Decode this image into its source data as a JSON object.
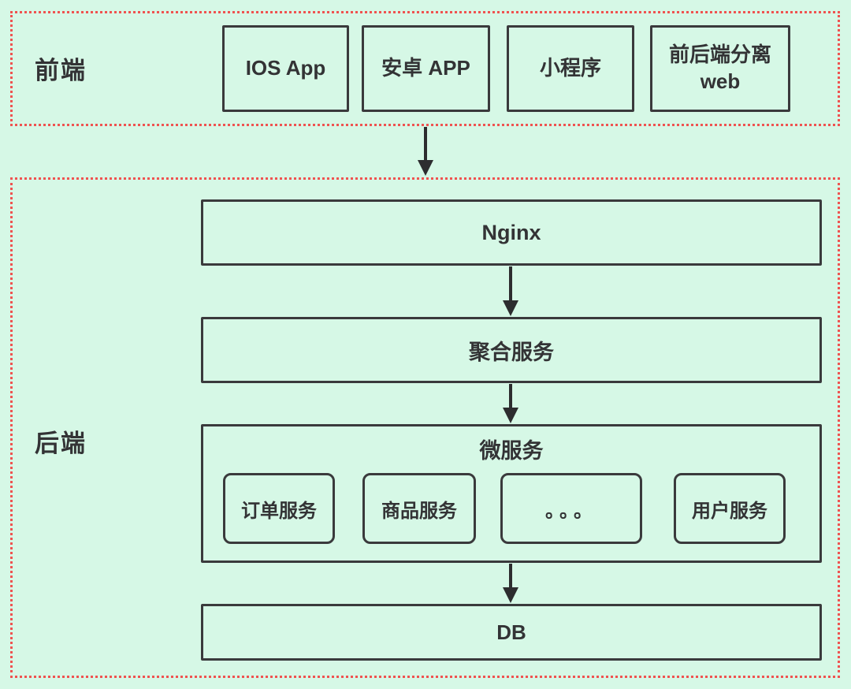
{
  "colors": {
    "background": "#d6f8e6",
    "section_dotted_border": "#ef5350",
    "box_border": "#3a3a3c",
    "text": "#333335",
    "arrow": "#2d2d2f"
  },
  "frontend": {
    "label": "前端",
    "boxes": [
      {
        "label": "IOS App"
      },
      {
        "label": "安卓 APP"
      },
      {
        "label": "小程序"
      },
      {
        "label": "前后端分离 web"
      }
    ]
  },
  "backend": {
    "label": "后端",
    "nginx": {
      "label": "Nginx"
    },
    "aggregation": {
      "label": "聚合服务"
    },
    "microservices": {
      "label": "微服务",
      "boxes": [
        {
          "label": "订单服务"
        },
        {
          "label": "商品服务"
        },
        {
          "label": "。。。"
        },
        {
          "label": "用户服务"
        }
      ]
    },
    "db": {
      "label": "DB"
    }
  }
}
